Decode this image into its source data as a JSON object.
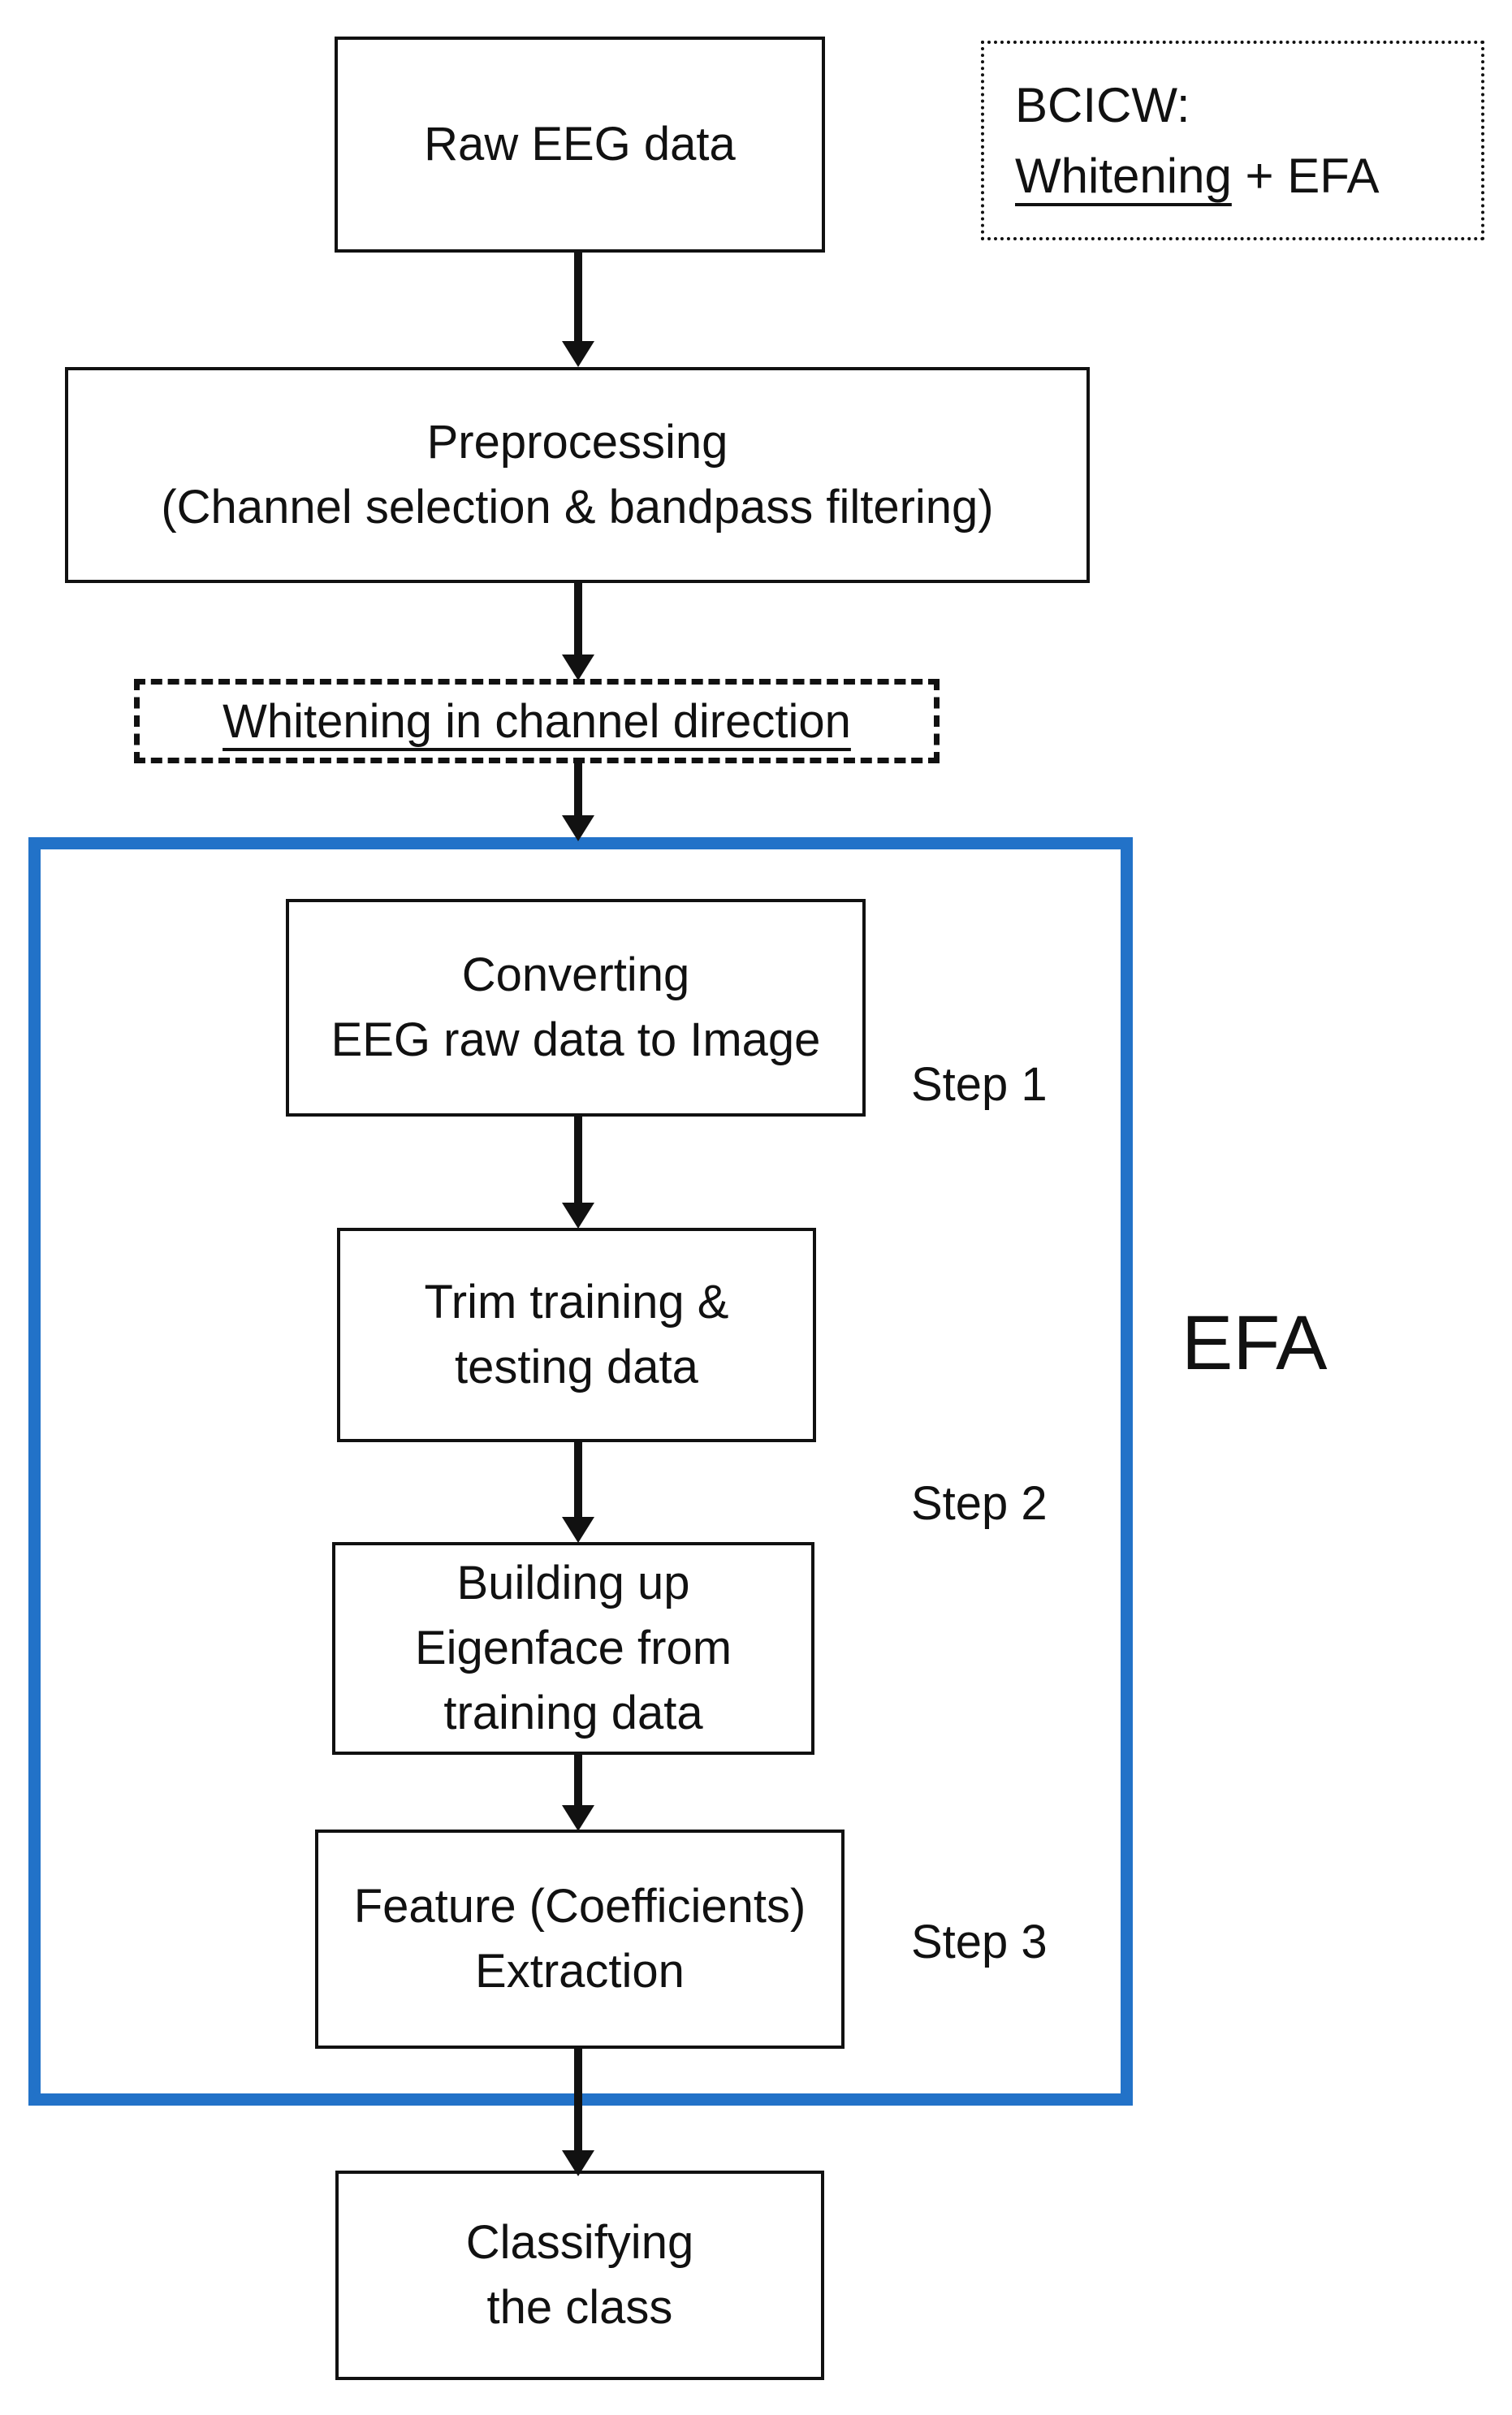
{
  "diagram": {
    "nodes": {
      "raw": {
        "label": "Raw EEG data"
      },
      "preprocessing": {
        "line1": "Preprocessing",
        "line2": "(Channel selection & bandpass filtering)"
      },
      "whitening": {
        "label": "Whitening in channel direction"
      },
      "converting": {
        "line1": "Converting",
        "line2": "EEG raw data to Image"
      },
      "trim": {
        "line1": "Trim training &",
        "line2": "testing data"
      },
      "building": {
        "line1": "Building up",
        "line2": "Eigenface from",
        "line3": "training data"
      },
      "feature": {
        "line1": "Feature (Coefficients)",
        "line2": "Extraction"
      },
      "classifying": {
        "line1": "Classifying",
        "line2": "the class"
      }
    },
    "steps": {
      "step1": "Step 1",
      "step2": "Step 2",
      "step3": "Step 3"
    },
    "efa_label": "EFA",
    "legend": {
      "title": "BCICW:",
      "underlined": "Whitening",
      "suffix": " + EFA"
    },
    "colors": {
      "efa_border": "#2272C8",
      "line": "#111111"
    }
  }
}
